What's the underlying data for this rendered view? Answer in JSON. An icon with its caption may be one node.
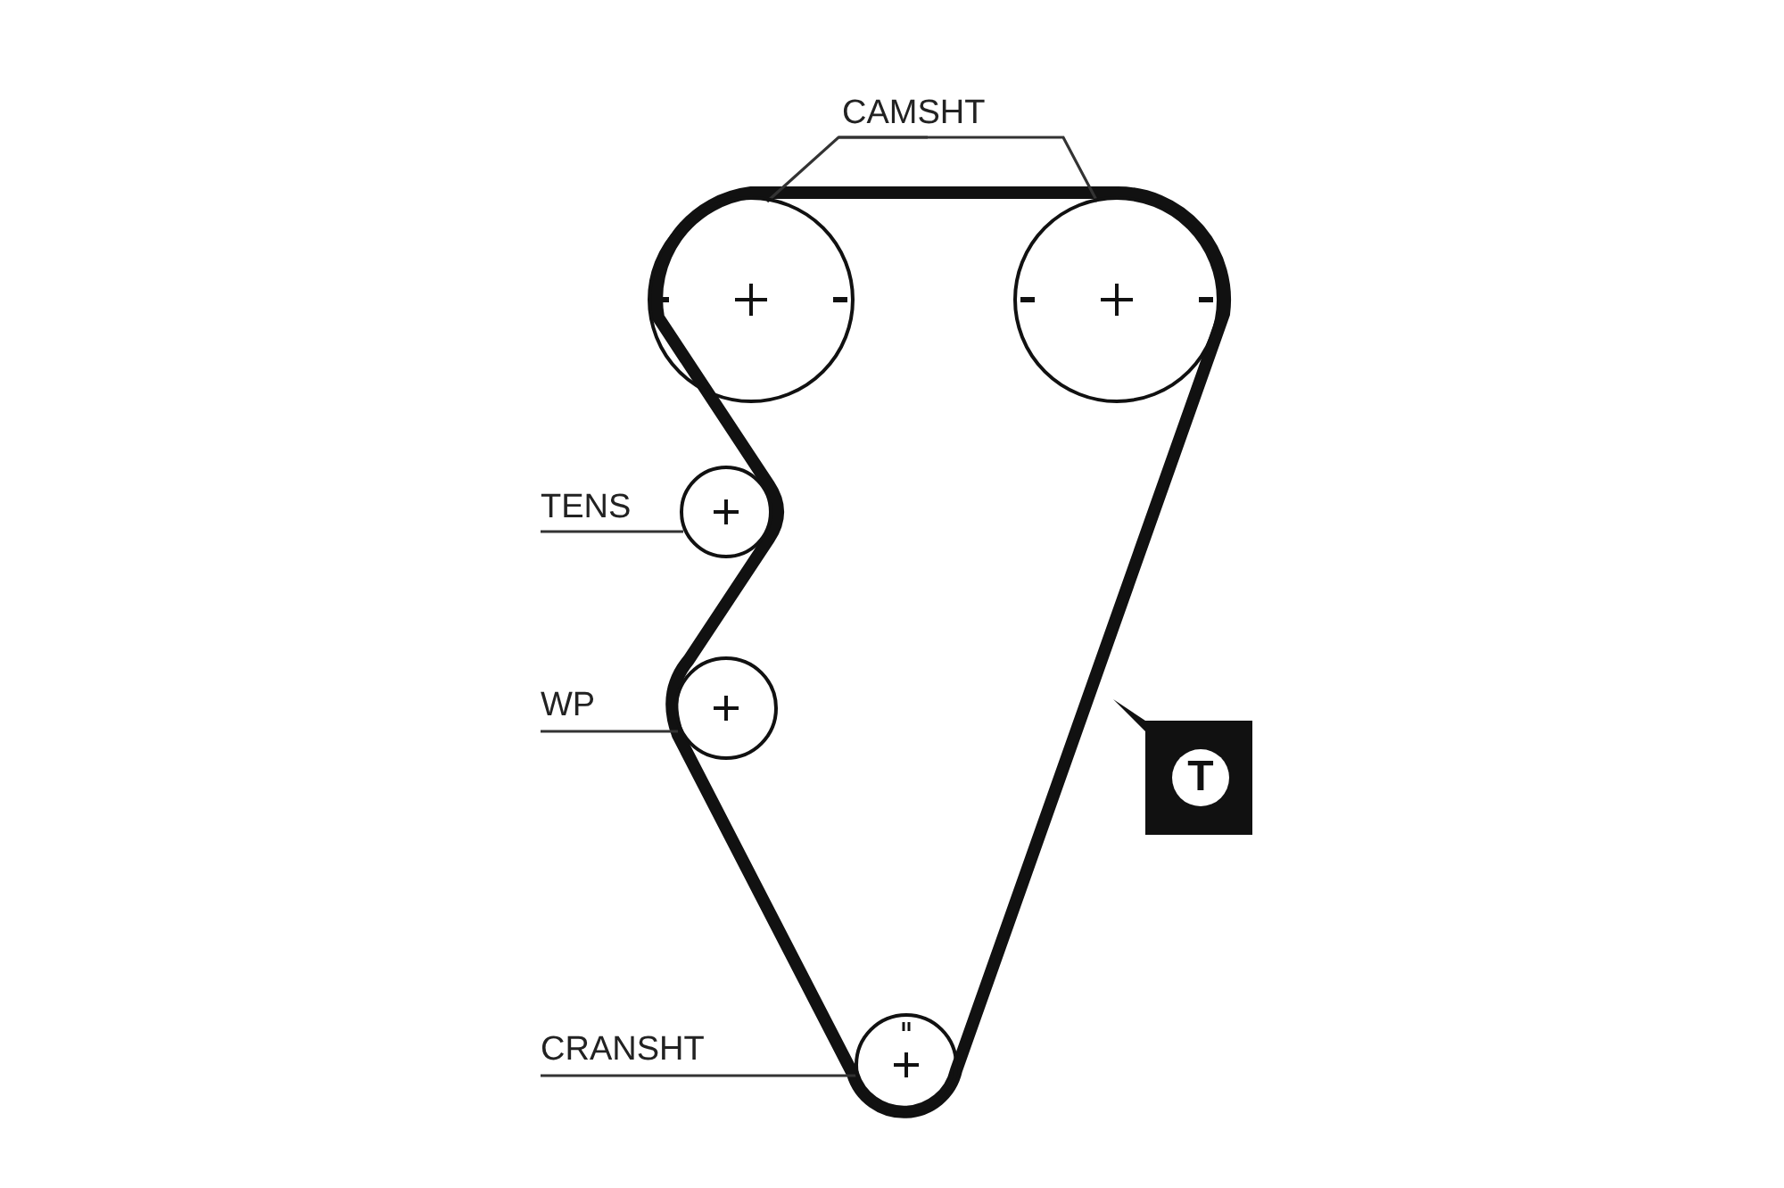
{
  "diagram": {
    "nodes": [
      {
        "text": [
          "CAMSHT"
        ]
      },
      {
        "text": [],
        "shape": "circle"
      },
      {
        "text": [],
        "shape": "circle"
      },
      {
        "text": [
          "TENS"
        ]
      },
      {
        "text": [],
        "shape": "circle"
      },
      {
        "text": [
          "WP"
        ]
      },
      {
        "text": [],
        "shape": "circle"
      },
      {
        "text": [
          "CRANSHT"
        ]
      },
      {
        "text": [],
        "shape": "circle"
      },
      {
        "text": [
          "T"
        ]
      }
    ],
    "edges": [
      {
        "from": 0,
        "to": 1,
        "arrow": "none"
      },
      {
        "from": 0,
        "to": 2,
        "arrow": "none"
      },
      {
        "from": 3,
        "to": 4,
        "arrow": "none"
      },
      {
        "from": 5,
        "to": 6,
        "arrow": "none"
      },
      {
        "from": 7,
        "to": 8,
        "arrow": "none"
      }
    ]
  }
}
